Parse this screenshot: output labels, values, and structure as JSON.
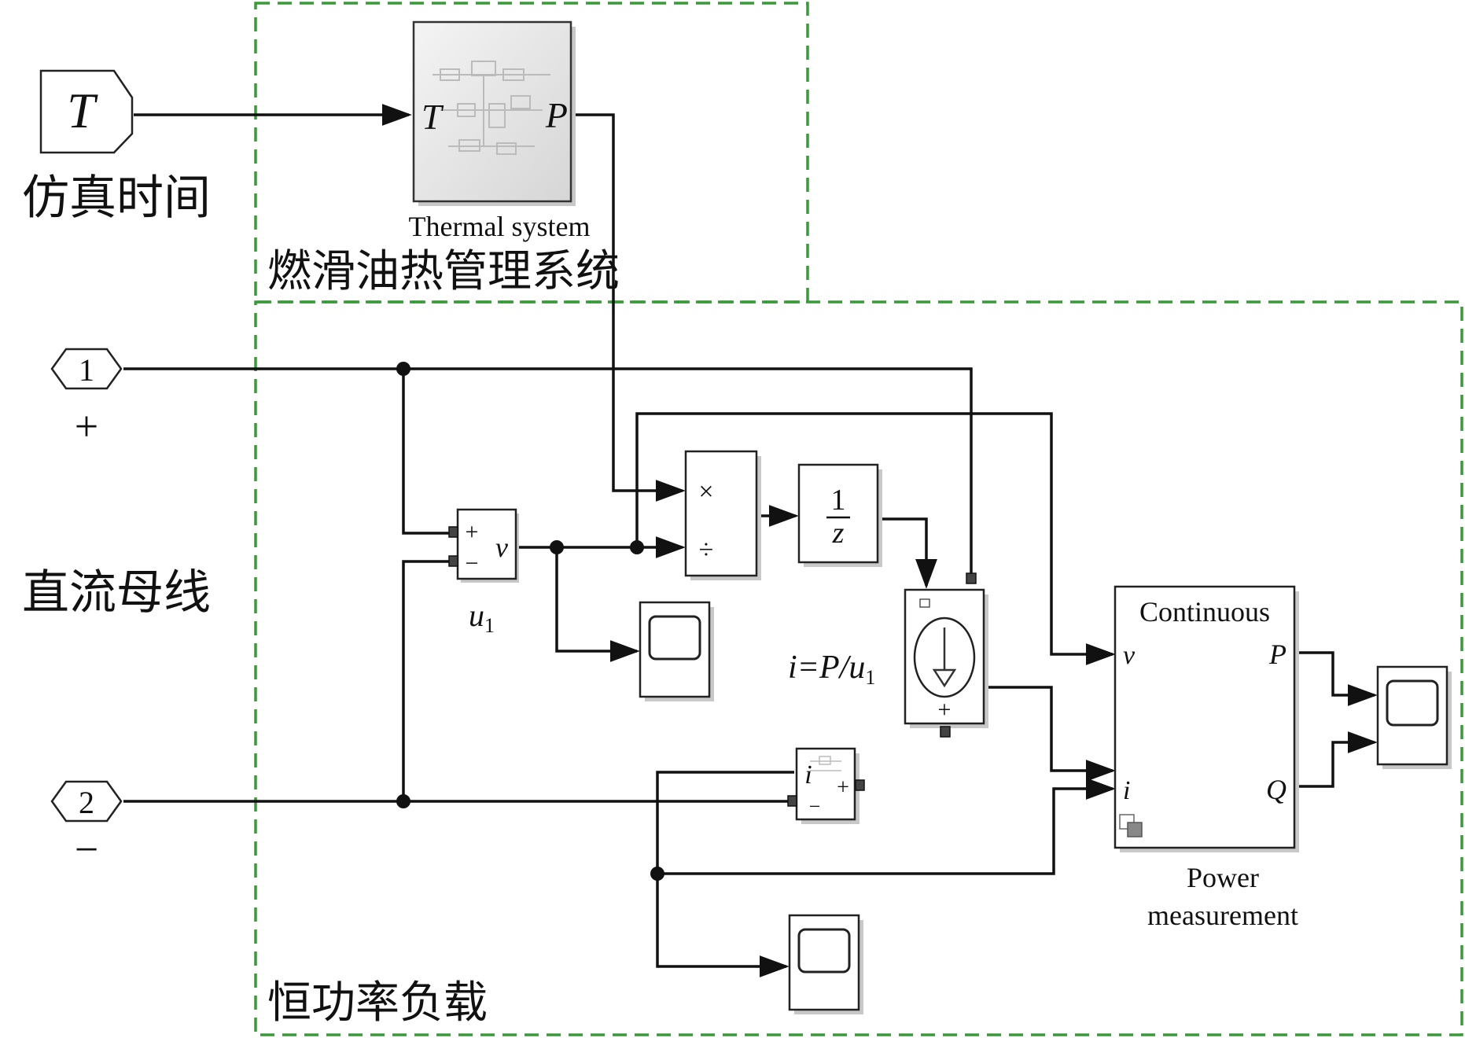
{
  "regions": {
    "thermal_region_label": "燃滑油热管理系统",
    "load_region_label": "恒功率负载"
  },
  "side_labels": {
    "sim_time": "仿真时间",
    "dc_bus": "直流母线"
  },
  "goto_tag": {
    "label": "T"
  },
  "ports": {
    "in1": {
      "number": "1",
      "polarity": "+"
    },
    "in2": {
      "number": "2",
      "polarity": "−"
    }
  },
  "thermal_block": {
    "caption": "Thermal system",
    "in_port": "T",
    "out_port": "P"
  },
  "voltage_sensor": {
    "plus": "+",
    "minus": "−",
    "out": "v",
    "name_main": "u",
    "name_sub": "1"
  },
  "product_block": {
    "mult": "×",
    "div": "÷"
  },
  "unit_delay": {
    "num": "1",
    "den": "z"
  },
  "current_source": {
    "plus": "+",
    "expr_main": "i=P/u",
    "expr_sub": "1"
  },
  "current_sensor": {
    "out": "i",
    "plus": "+",
    "minus": "−"
  },
  "power_block": {
    "mode": "Continuous",
    "in_v": "v",
    "in_i": "i",
    "out_p": "P",
    "out_q": "Q",
    "caption_line1": "Power",
    "caption_line2": "measurement"
  },
  "colors": {
    "region_border": "#3a9a3a",
    "wire": "#111111"
  },
  "icons": [
    "scope-icon",
    "current-source-icon",
    "goto-tag-icon",
    "port-icon"
  ]
}
